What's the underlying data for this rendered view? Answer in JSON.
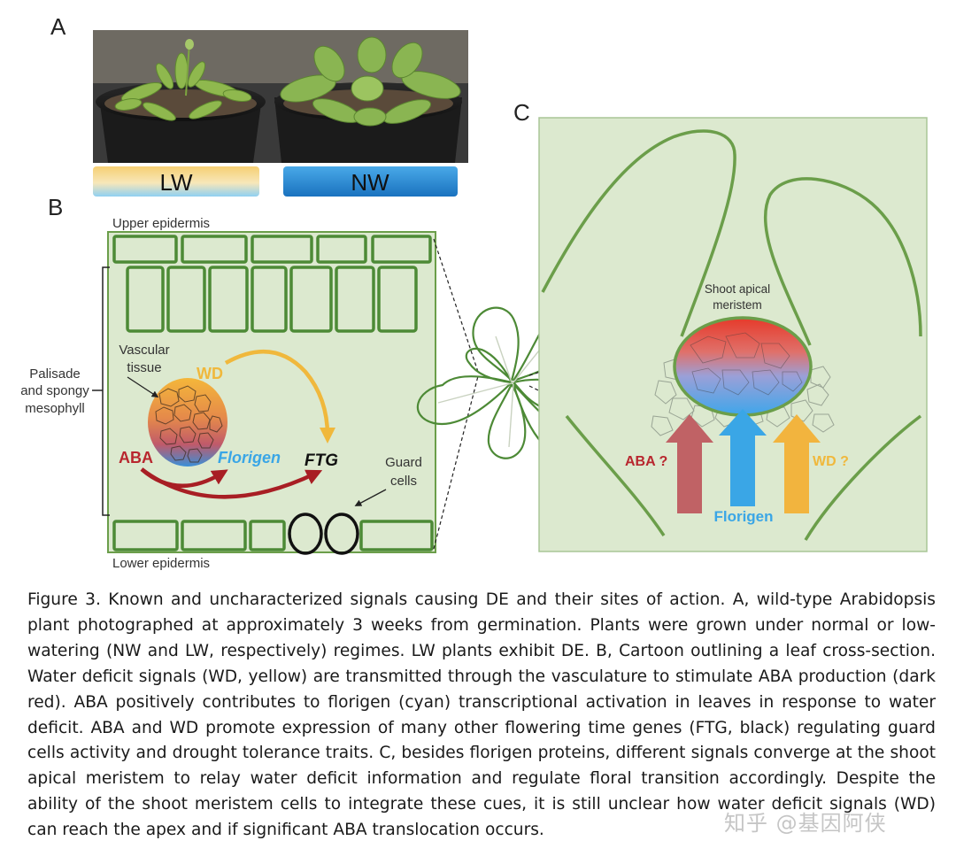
{
  "panels": {
    "a": {
      "letter": "A",
      "lw_label": "LW",
      "nw_label": "NW"
    },
    "b": {
      "letter": "B",
      "upper_epidermis": "Upper epidermis",
      "lower_epidermis": "Lower epidermis",
      "mesophyll_lines": [
        "Palisade",
        "and spongy",
        "mesophyll"
      ],
      "vascular_lines": [
        "Vascular",
        "tissue"
      ],
      "guard_lines": [
        "Guard",
        "cells"
      ],
      "wd": "WD",
      "aba": "ABA",
      "florigen": "Florigen",
      "ftg": "FTG"
    },
    "c": {
      "letter": "C",
      "meristem_lines": [
        "Shoot apical",
        "meristem"
      ],
      "aba": "ABA ?",
      "wd": "WD ?",
      "florigen": "Florigen"
    }
  },
  "colors": {
    "aba": "#b8262e",
    "wd": "#f0b83c",
    "florigen": "#3aa6e6",
    "panel_bg": "#dce9cf",
    "panel_border": "#6b9e4a"
  },
  "caption": "Figure 3. Known and uncharacterized signals causing DE and their sites of action. A, wild-type Arabidopsis plant photographed at approximately 3 weeks from germination. Plants were grown under normal or low-watering (NW and LW, respectively) regimes. LW plants exhibit DE. B, Cartoon outlining a leaf cross-section. Water deficit signals (WD, yellow) are transmitted through the vasculature to stimulate ABA production (dark red). ABA positively contributes to florigen (cyan) transcriptional activation in leaves in response to water deficit. ABA and WD promote expression of many other flowering time genes (FTG, black) regulating guard cells activity and drought tolerance traits. C, besides florigen proteins, different signals converge at the shoot apical meristem to relay water deficit information and regulate floral transition accordingly. Despite the ability of the shoot meristem cells to integrate these cues, it is still unclear how water deficit signals (WD) can reach the apex and if significant ABA translocation occurs.",
  "watermark": "知乎 @基因阿侠"
}
